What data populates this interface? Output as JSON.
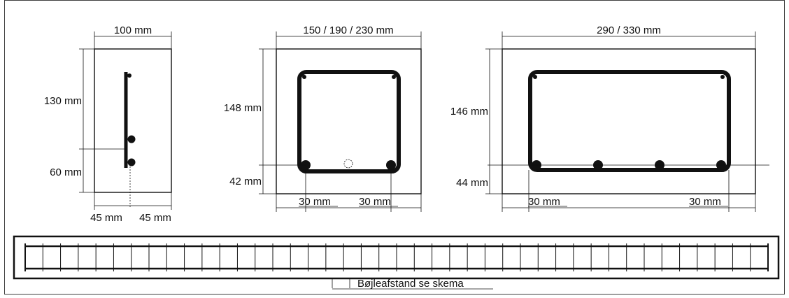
{
  "section_small": {
    "width_label": "100 mm",
    "upper_height_label": "130 mm",
    "lower_height_label": "60 mm",
    "left_cover_label": "45 mm",
    "right_cover_label": "45 mm"
  },
  "section_square": {
    "width_label": "150 / 190 / 230 mm",
    "upper_height_label": "148 mm",
    "lower_height_label": "42 mm",
    "left_cover_label": "30 mm",
    "right_cover_label": "30 mm"
  },
  "section_wide": {
    "width_label": "290 / 330 mm",
    "upper_height_label": "146 mm",
    "lower_height_label": "44 mm",
    "left_cover_label": "30 mm",
    "right_cover_label": "30 mm"
  },
  "elevation": {
    "stirrup_spacing_label": "Bøjleafstand se skema",
    "stirrup_count": 43
  }
}
